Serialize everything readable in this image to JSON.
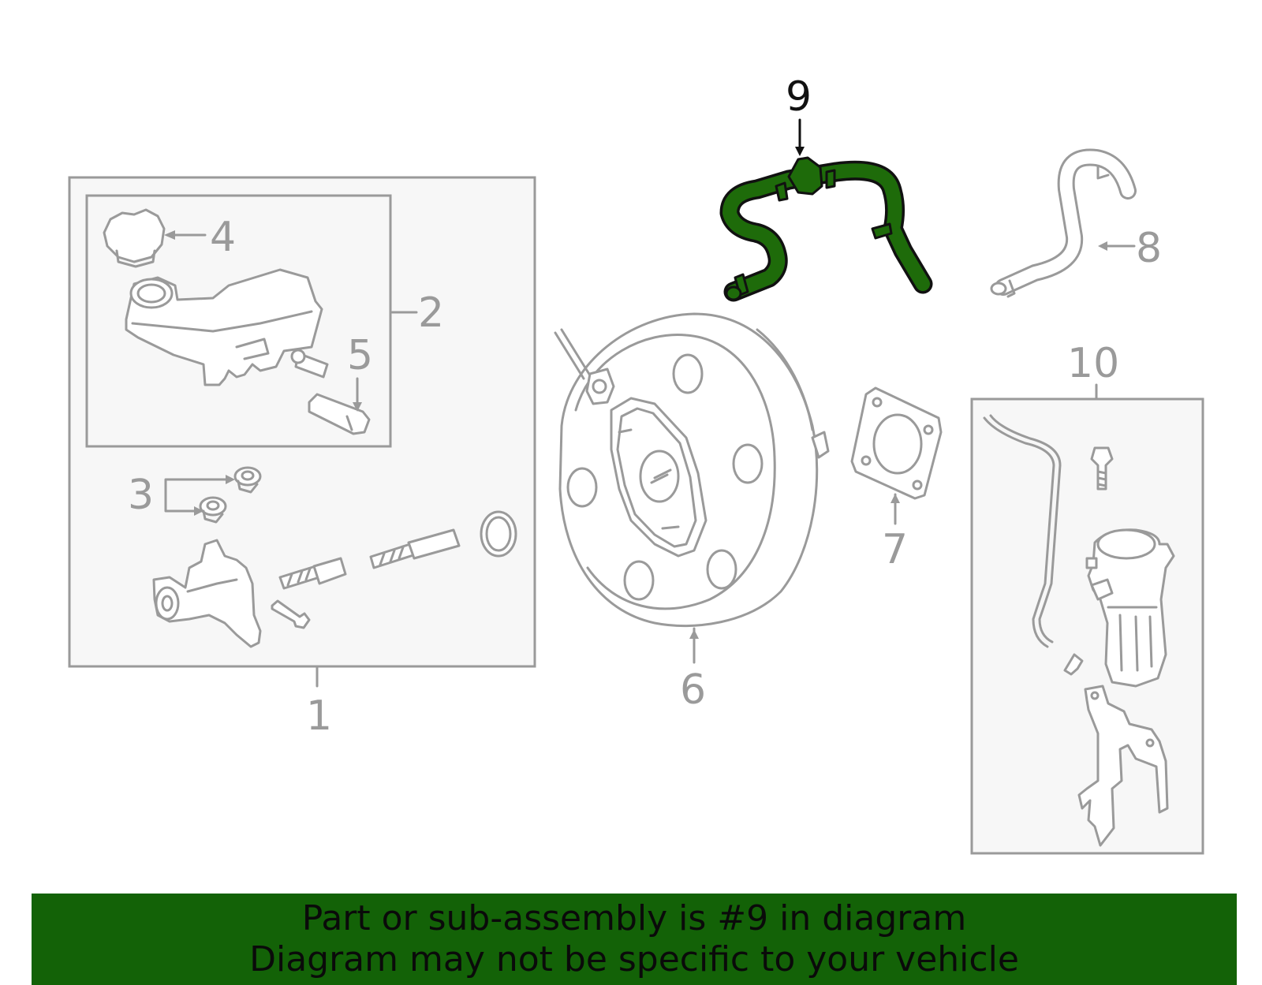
{
  "diagram": {
    "highlight_color": "#1e6b0a",
    "line_color": "#9a9a9a",
    "callouts": [
      "1",
      "2",
      "3",
      "4",
      "5",
      "6",
      "7",
      "8",
      "9",
      "10"
    ],
    "highlighted_callout": "9"
  },
  "banner": {
    "line1": "Part or sub-assembly is #9 in diagram",
    "line2": "Diagram may not be specific to your vehicle",
    "background": "#136207"
  }
}
